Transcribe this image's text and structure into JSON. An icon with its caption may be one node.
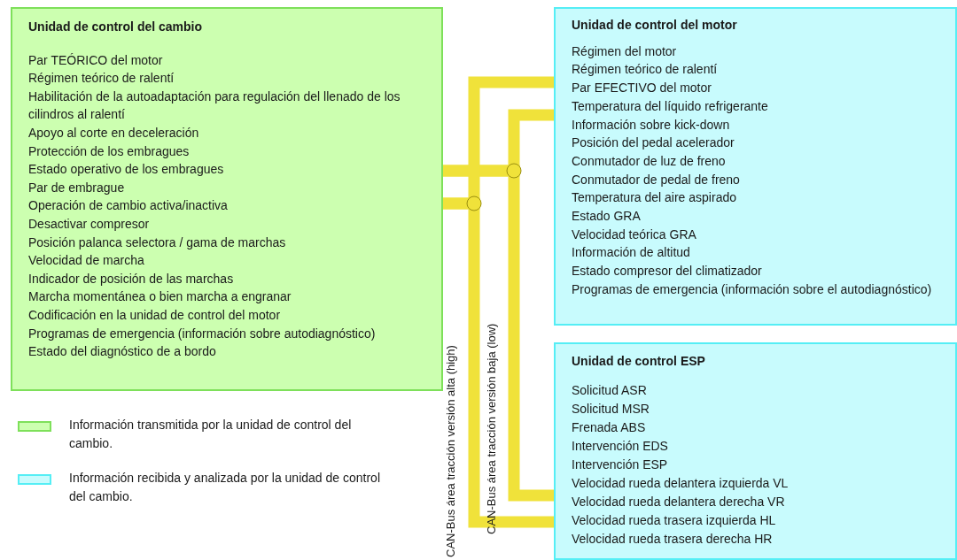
{
  "diagram": {
    "nodes": [
      {
        "text": [
          "Unidad de control del cambio",
          "Par TEÓRICO del motor",
          "Régimen teórico de ralentí",
          "Habilitación de la autoadaptación para regulación del llenado de los cilindros al ralentí",
          "Apoyo al corte en deceleración",
          "Protección de los embragues",
          "Estado operativo de los embragues",
          "Par de embrague",
          "Operación de cambio activa/inactiva",
          "Desactivar compresor",
          "Posición palanca selectora / gama de marchas",
          "Velocidad de marcha",
          "Indicador de posición de las marchas",
          "Marcha momentánea o bien marcha a engranar",
          "Codificación en la unidad de control del motor",
          "Programas de emergencia (información sobre autodiagnóstico)",
          "Estado del diagnóstico de a bordo"
        ]
      },
      {
        "text": [
          "Unidad de control del motor",
          "Régimen del motor",
          "Régimen teórico de ralentí",
          "Par EFECTIVO del motor",
          "Temperatura del líquido refrigerante",
          "Información sobre kick-down",
          "Posición del pedal acelerador",
          "Conmutador de luz de freno",
          "Conmutador de pedal de freno",
          "Temperatura del aire aspirado",
          "Estado GRA",
          "Velocidad teórica GRA",
          "Información de altitud",
          "Estado compresor del climatizador",
          "Programas de emergencia (información sobre el autodiagnóstico)"
        ]
      },
      {
        "text": [
          "Unidad de control ESP",
          "Solicitud ASR",
          "Solicitud MSR",
          "Frenada ABS",
          "Intervención EDS",
          "Intervención ESP",
          "Velocidad rueda delantera izquierda VL",
          "Velocidad rueda delantera derecha VR",
          "Velocidad rueda trasera izquierda HL",
          "Velocidad rueda trasera derecha HR"
        ]
      }
    ],
    "edges": [
      {
        "from": 0,
        "to": 1,
        "arrow": "none"
      },
      {
        "from": 0,
        "to": 2,
        "arrow": "none"
      },
      {
        "from": 0,
        "to": 1,
        "arrow": "none"
      },
      {
        "from": 0,
        "to": 2,
        "arrow": "none"
      }
    ],
    "labels": [
      "CAN-Bus área tracción versión alta (high)",
      "CAN-Bus área tracción versión baja (low)"
    ],
    "legend": [
      {
        "text": "Información transmitida por la unidad de control del cambio.",
        "color": "#ccffb0"
      },
      {
        "text": "Información recibida y analizada por la unidad de control del cambio.",
        "color": "#c8fbfd"
      }
    ]
  }
}
